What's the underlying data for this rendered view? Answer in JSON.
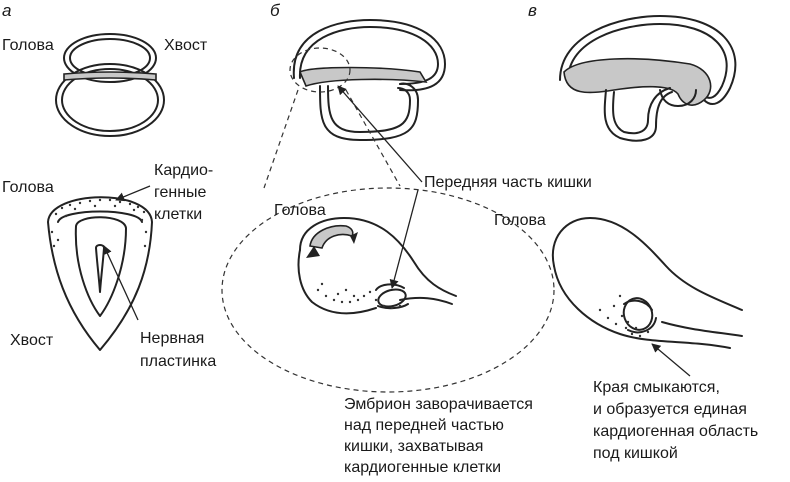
{
  "panels": {
    "a": {
      "letter": "а",
      "head_top": "Голова",
      "tail_top": "Хвост",
      "head_bottom": "Голова",
      "tail_bottom": "Хвост",
      "cardio_line1": "Кардио-",
      "cardio_line2": "генные",
      "cardio_line3": "клетки",
      "neural_line1": "Нервная",
      "neural_line2": "пластинка"
    },
    "b": {
      "letter": "б",
      "foregut": "Передняя часть кишки",
      "head": "Голова",
      "caption_line1": "Эмбрион заворачивается",
      "caption_line2": "над передней частью",
      "caption_line3": "кишки, захватывая",
      "caption_line4": "кардиогенные клетки"
    },
    "c": {
      "letter": "в",
      "head": "Голова",
      "caption_line1": "Края смыкаются,",
      "caption_line2": "и образуется единая",
      "caption_line3": "кардиогенная область",
      "caption_line4": "под кишкой"
    }
  },
  "colors": {
    "stroke": "#222222",
    "fill_gray": "#c8c8c8",
    "background": "#ffffff"
  }
}
